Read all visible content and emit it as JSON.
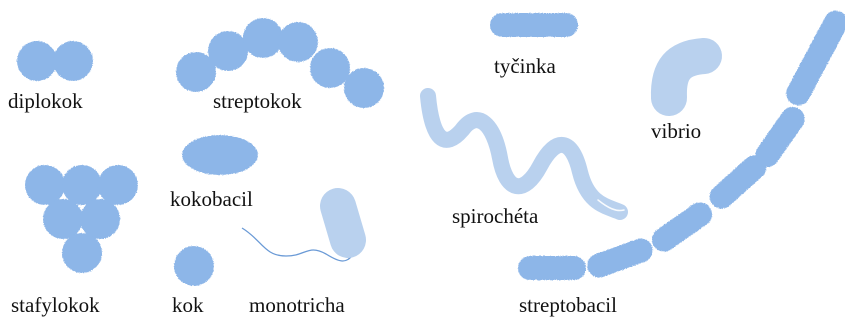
{
  "labels": {
    "diplokok": "diplokok",
    "streptokok": "streptokok",
    "tycinka": "tyčinka",
    "vibrio": "vibrio",
    "stafylokok": "stafylokok",
    "kokobacil": "kokobacil",
    "spirocheta": "spirochéta",
    "kok": "kok",
    "monotricha": "monotricha",
    "streptobacil": "streptobacil"
  },
  "colors": {
    "cell_dark": "#8db6e8",
    "cell_light": "#b9d1ee",
    "flagellum": "#6a9ad6",
    "text": "#111111"
  }
}
